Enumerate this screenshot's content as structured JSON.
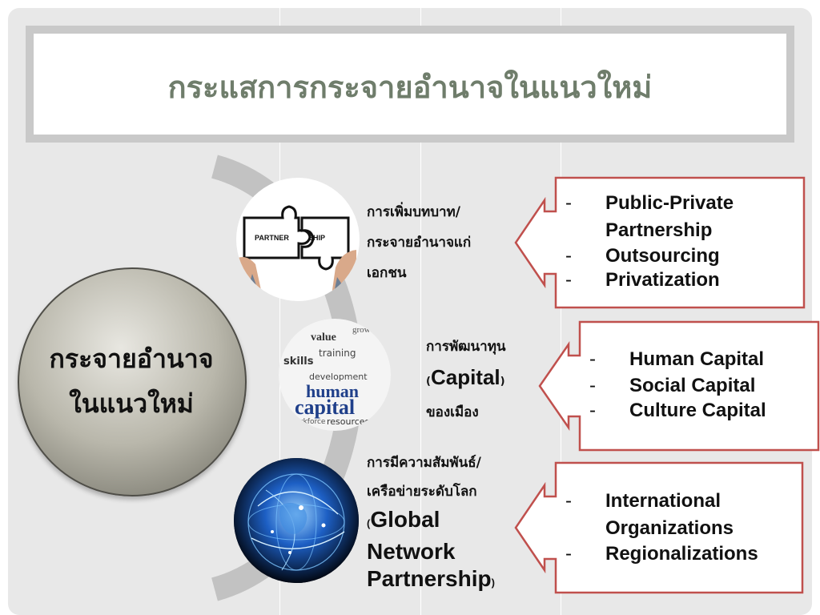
{
  "slide": {
    "title": "กระแสการกระจายอำนาจในแนวใหม่",
    "center_label": [
      "กระจายอำนาจ",
      "ในแนวใหม่"
    ]
  },
  "rows": [
    {
      "label_lines": [
        "การเพิ่มบทบาท/",
        "กระจายอำนาจแก่",
        "เอกชน"
      ],
      "image": {
        "icon": "puzzle-partnership-image",
        "words": [
          "PARTNER",
          "SHIP"
        ]
      },
      "items": [
        {
          "dash": "-",
          "text": "Public-Private"
        },
        {
          "dash": "",
          "text": "Partnership"
        },
        {
          "dash": "-",
          "text": "Outsourcing"
        },
        {
          "dash": "-",
          "text": "Privatization"
        }
      ]
    },
    {
      "label_line1": "การพัฒนาทุน",
      "label_paren_open": "(",
      "label_en": "Capital",
      "label_paren_close": ")",
      "label_line3": "ของเมือง",
      "image": {
        "icon": "human-capital-wordcloud-image",
        "words": [
          "value",
          "training",
          "growth",
          "skills",
          "development",
          "human",
          "capital",
          "resources",
          "workforce"
        ]
      },
      "items": [
        {
          "dash": "-",
          "text": "Human Capital"
        },
        {
          "dash": "-",
          "text": "Social Capital"
        },
        {
          "dash": "-",
          "text": "Culture Capital"
        }
      ]
    },
    {
      "label_line1": "การมีความสัมพันธ์/",
      "label_line2": "เครือข่ายระดับโลก",
      "label_paren_open": "(",
      "label_en1": "Global",
      "label_en2": "Network",
      "label_en3": "Partnership",
      "label_paren_close": ")",
      "image": {
        "icon": "global-network-image"
      },
      "items": [
        {
          "dash": "-",
          "text": "International"
        },
        {
          "dash": "",
          "text": "Organizations"
        },
        {
          "dash": "-",
          "text": "Regionalizations"
        }
      ]
    }
  ],
  "colors": {
    "title": "#6f7d6b",
    "arrow_border": "#c0504d",
    "arc": "#c2c2c2"
  }
}
